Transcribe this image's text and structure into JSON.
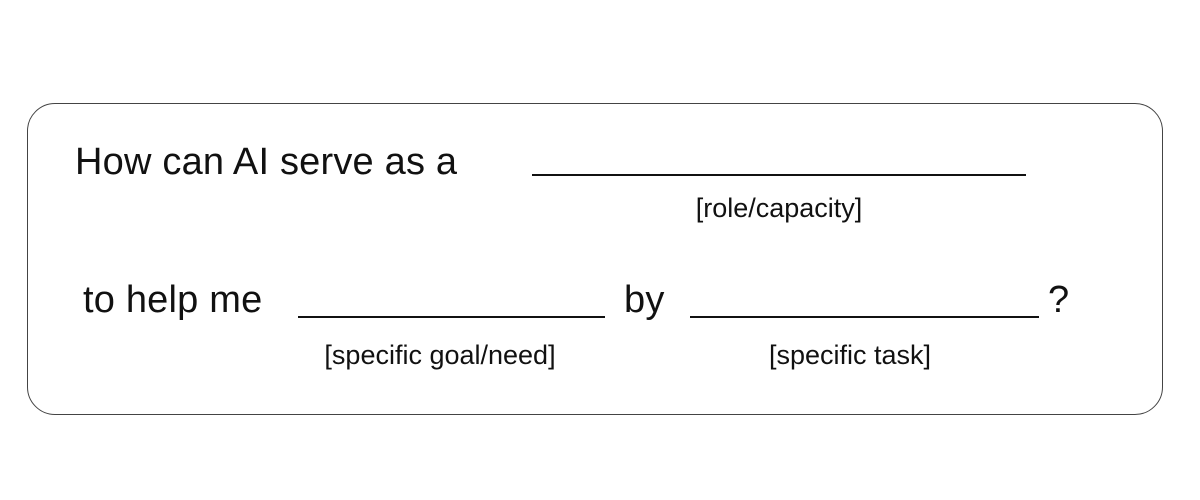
{
  "prompt_card": {
    "line1": {
      "lead_text": "How can AI serve as a",
      "blank_caption": "[role/capacity]"
    },
    "line2": {
      "lead_text": "to help me",
      "goal_caption": "[specific goal/need]",
      "connector_text": "by",
      "task_caption": "[specific task]",
      "end_punctuation": "?"
    }
  }
}
